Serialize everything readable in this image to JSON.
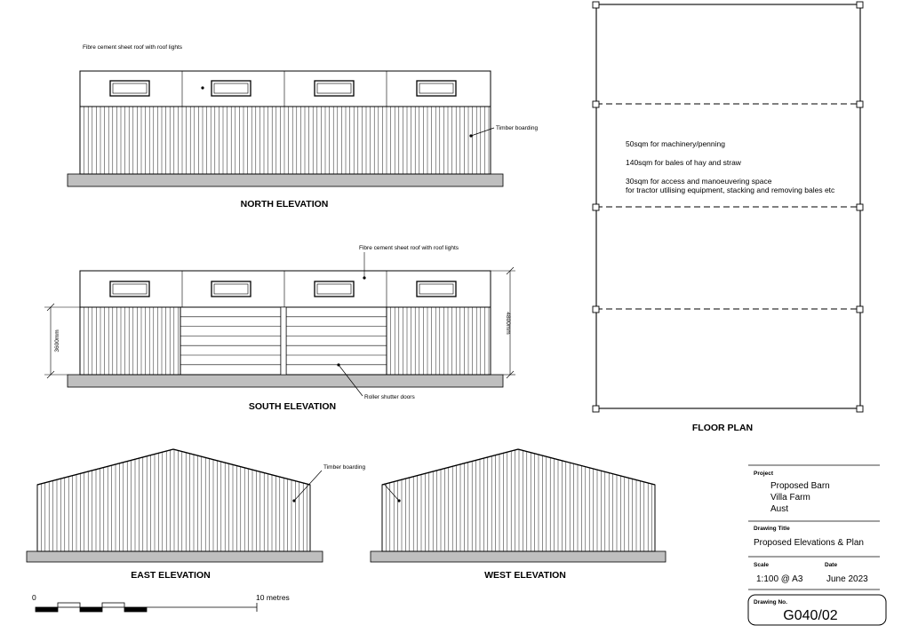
{
  "north": {
    "roof_label": "Fibre cement sheet roof with roof lights",
    "wall_label": "Timber boarding",
    "title": "NORTH ELEVATION"
  },
  "south": {
    "roof_label": "Fibre cement sheet roof with roof lights",
    "height_left": "3600mm",
    "height_right": "4800mm",
    "door_label": "Roller shutter doors",
    "title": "SOUTH ELEVATION"
  },
  "east": {
    "wall_label": "Timber boarding",
    "title": "EAST ELEVATION"
  },
  "west": {
    "title": "WEST ELEVATION"
  },
  "plan": {
    "title": "FLOOR PLAN",
    "note1": "50sqm for machinery/penning",
    "note2": "140sqm for bales of hay and straw",
    "note3a": "30sqm for access and manoeuvering space",
    "note3b": "for tractor utilising equipment, stacking and removing bales etc"
  },
  "scale_bar": {
    "start": "0",
    "end": "10 metres"
  },
  "title_block": {
    "project_key": "Project",
    "project_line1": "Proposed Barn",
    "project_line2": "Villa Farm",
    "project_line3": "Aust",
    "drawing_title_key": "Drawing Title",
    "drawing_title": "Proposed Elevations & Plan",
    "scale_key": "Scale",
    "scale": "1:100 @ A3",
    "date_key": "Date",
    "date": "June 2023",
    "drawing_no_key": "Drawing No.",
    "drawing_no": "G040/02"
  }
}
